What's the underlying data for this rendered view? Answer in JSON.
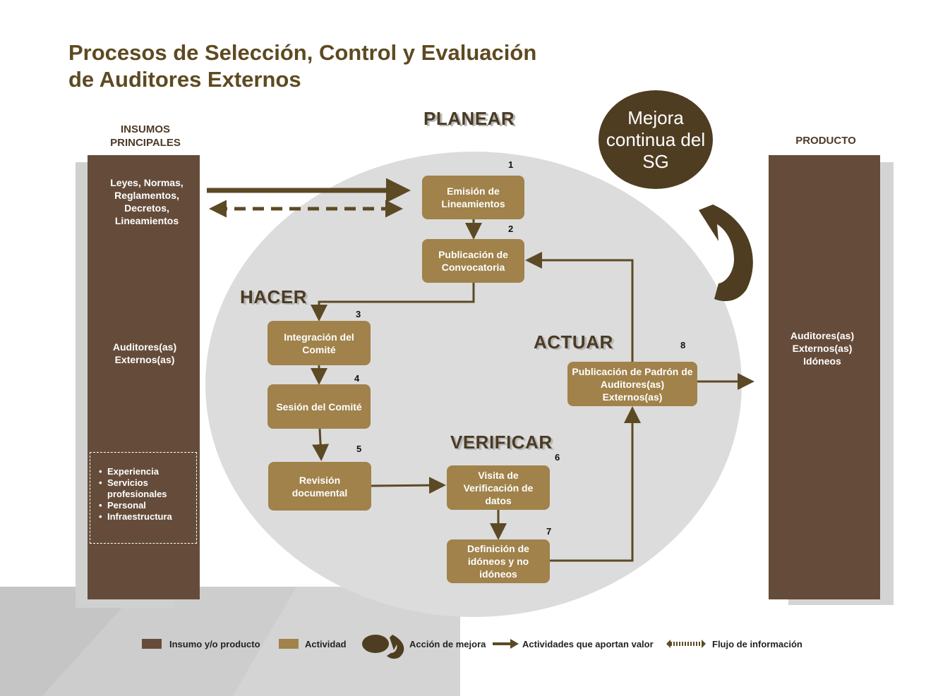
{
  "title_line1": "Procesos de Selección, Control y Evaluación",
  "title_line2": "de Auditores Externos",
  "phases": {
    "planear": "PLANEAR",
    "hacer": "HACER",
    "verificar": "VERIFICAR",
    "actuar": "ACTUAR"
  },
  "mejora_continua": "Mejora continua del SG",
  "inputs": {
    "header": "INSUMOS PRINCIPALES",
    "laws": "Leyes, Normas, Reglamentos, Decretos, Lineamientos",
    "auditors": "Auditores(as) Externos(as)",
    "criteria": [
      "Experiencia",
      "Servicios profesionales",
      "Personal",
      "Infraestructura"
    ]
  },
  "product": {
    "header": "PRODUCTO",
    "text": "Auditores(as) Externos(as) Idóneos"
  },
  "activities": [
    {
      "num": "1",
      "label": "Emisión de Lineamientos"
    },
    {
      "num": "2",
      "label": "Publicación de Convocatoria"
    },
    {
      "num": "3",
      "label": "Integración del Comité"
    },
    {
      "num": "4",
      "label": "Sesión del Comité"
    },
    {
      "num": "5",
      "label": "Revisión documental"
    },
    {
      "num": "6",
      "label": "Visita de Verificación de datos"
    },
    {
      "num": "7",
      "label": "Definición de idóneos y no idóneos"
    },
    {
      "num": "8",
      "label": "Publicación de Padrón de Auditores(as) Externos(as)"
    }
  ],
  "legend": {
    "insumo": "Insumo y/o producto",
    "actividad": "Actividad",
    "mejora": "Acción de mejora",
    "valor": "Actividades que aportan valor",
    "flujo": "Flujo de información"
  },
  "colors": {
    "insumo": "#654c3a",
    "actividad": "#a0824a",
    "arrow": "#5c4a25",
    "circle": "#dcdcdc",
    "title": "#5e4a21"
  }
}
